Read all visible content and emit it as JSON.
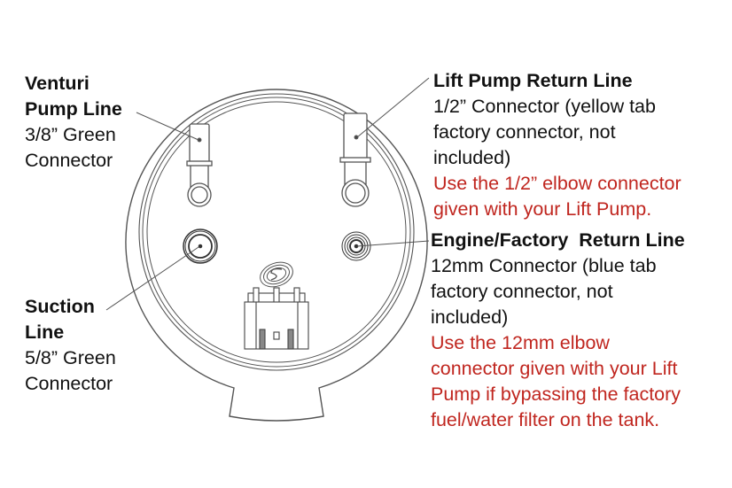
{
  "colors": {
    "text": "#111111",
    "note": "#c0261f",
    "drawing_stroke": "#555555"
  },
  "labels": {
    "venturi": {
      "title_lines": [
        "Venturi",
        "Pump Line"
      ],
      "detail_lines": [
        "3/8” Green",
        "Connector"
      ],
      "note_lines": []
    },
    "suction": {
      "title_lines": [
        "Suction",
        "Line"
      ],
      "detail_lines": [
        "5/8” Green",
        "Connector"
      ],
      "note_lines": []
    },
    "lift_pump_return": {
      "title_lines": [
        "Lift Pump Return Line"
      ],
      "detail_lines": [
        "1/2” Connector (yellow tab",
        "factory connector, not",
        "included)"
      ],
      "note_lines": [
        "Use the 1/2” elbow connector",
        "given with your Lift Pump."
      ]
    },
    "engine_factory_return": {
      "title_lines": [
        "Engine/Factory  Return Line"
      ],
      "detail_lines": [
        "12mm Connector (blue tab",
        "factory connector, not",
        "included)"
      ],
      "note_lines": [
        "Use the 12mm elbow",
        "connector given with your Lift",
        "Pump if bypassing the factory",
        "fuel/water filter on the tank."
      ]
    }
  },
  "drawing": {
    "subject": "fuel-tank-sump-top-view",
    "logo": "S&B-logo",
    "ports": [
      "venturi-pump-port",
      "lift-pump-return-port",
      "suction-port",
      "engine-factory-return-port",
      "electrical-connector"
    ]
  }
}
